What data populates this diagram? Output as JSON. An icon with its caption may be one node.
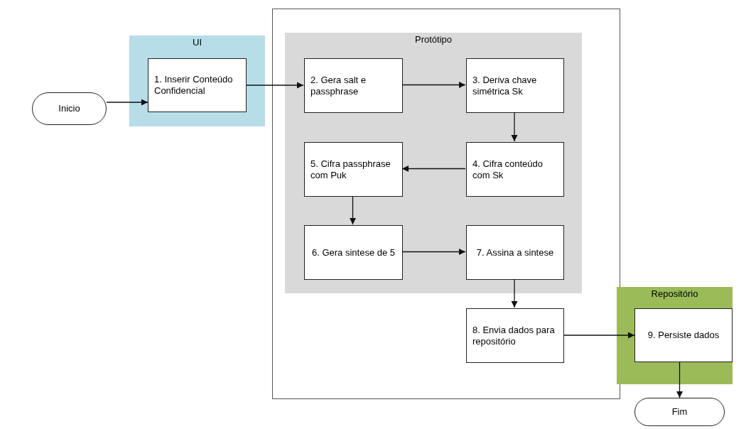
{
  "diagram": {
    "nodes": [
      {
        "text": [
          "Inicio"
        ]
      },
      {
        "text": [
          "UI"
        ]
      },
      {
        "text": [
          "1. Inserir Conteúdo Confidencial"
        ],
        "in": 1
      },
      {
        "text": [],
        "shape": "box"
      },
      {
        "text": [
          "Protótipo"
        ],
        "in": 3
      },
      {
        "text": [
          "2. Gera salt e passphrase"
        ],
        "in": 4
      },
      {
        "text": [
          "3. Deriva chave simétrica Sk"
        ],
        "in": 4
      },
      {
        "text": [
          "4. Cifra conteúdo com Sk"
        ],
        "in": 4
      },
      {
        "text": [
          "5. Cifra passphrase com Puk"
        ],
        "in": 4
      },
      {
        "text": [
          "6. Gera sintese de 5"
        ],
        "in": 4
      },
      {
        "text": [
          "7. Assina a sintese"
        ],
        "in": 4
      },
      {
        "text": [
          "8. Envia dados para repositório"
        ],
        "in": 3
      },
      {
        "text": [
          "Repositório"
        ]
      },
      {
        "text": [
          "9. Persiste dados"
        ],
        "in": 12
      },
      {
        "text": [
          "Fim"
        ]
      }
    ],
    "edges": [
      {
        "from": 0,
        "to": 2,
        "arrow": "to"
      },
      {
        "from": 2,
        "to": 5,
        "arrow": "to"
      },
      {
        "from": 5,
        "to": 6,
        "arrow": "to"
      },
      {
        "from": 6,
        "to": 7,
        "arrow": "to"
      },
      {
        "from": 7,
        "to": 8,
        "arrow": "to"
      },
      {
        "from": 8,
        "to": 9,
        "arrow": "to"
      },
      {
        "from": 9,
        "to": 10,
        "arrow": "to"
      },
      {
        "from": 10,
        "to": 11,
        "arrow": "to"
      },
      {
        "from": 11,
        "to": 13,
        "arrow": "to"
      },
      {
        "from": 13,
        "to": 14,
        "arrow": "to"
      }
    ]
  }
}
